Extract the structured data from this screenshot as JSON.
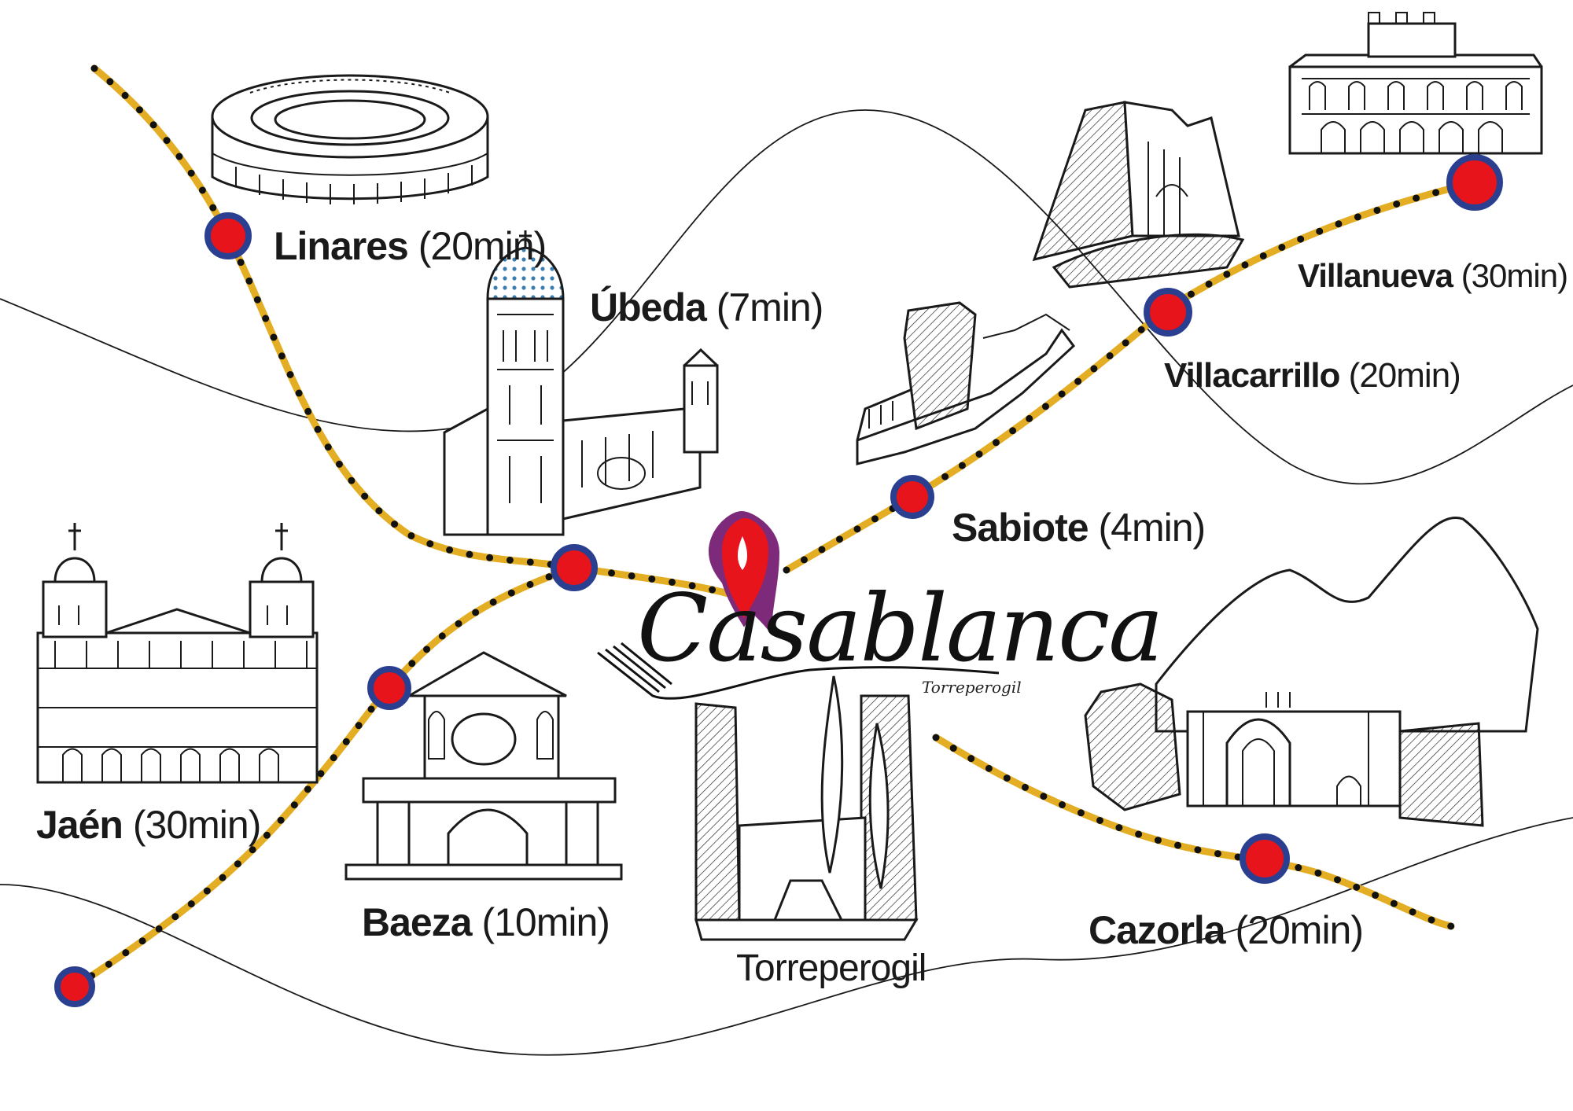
{
  "brand": {
    "title": "Casablanca",
    "subtitle": "Torreperogil"
  },
  "landmark_caption": "Torreperogil",
  "colors": {
    "route": "#e3ae24",
    "route_dots": "#111111",
    "stop_fill": "#e8141c",
    "stop_ring": "#2a3f8f",
    "pin_fill": "#e8141c",
    "pin_outline": "#7d2a7a",
    "ink": "#1a1a1a"
  },
  "pin": {
    "name": "location-pin-icon",
    "label": "Casablanca"
  },
  "destinations": [
    {
      "id": "linares",
      "name": "Linares",
      "time": "(20min)",
      "icon": "bullring-icon"
    },
    {
      "id": "ubeda",
      "name": "Úbeda",
      "time": "(7min)",
      "icon": "ubeda-church-icon"
    },
    {
      "id": "sabiote",
      "name": "Sabiote",
      "time": "(4min)",
      "icon": "sabiote-castle-icon"
    },
    {
      "id": "villacarrillo",
      "name": "Villacarrillo",
      "time": "(20min)",
      "icon": "villacarrillo-monument-icon"
    },
    {
      "id": "villanueva",
      "name": "Villanueva",
      "time": "(30min)",
      "icon": "villanueva-palace-icon"
    },
    {
      "id": "jaen",
      "name": "Jaén",
      "time": "(30min)",
      "icon": "jaen-cathedral-icon"
    },
    {
      "id": "baeza",
      "name": "Baeza",
      "time": "(10min)",
      "icon": "baeza-fountain-icon"
    },
    {
      "id": "cazorla",
      "name": "Cazorla",
      "time": "(20min)",
      "icon": "cazorla-ruins-icon"
    }
  ],
  "torreperogil_icon": "torreperogil-tower-icon"
}
